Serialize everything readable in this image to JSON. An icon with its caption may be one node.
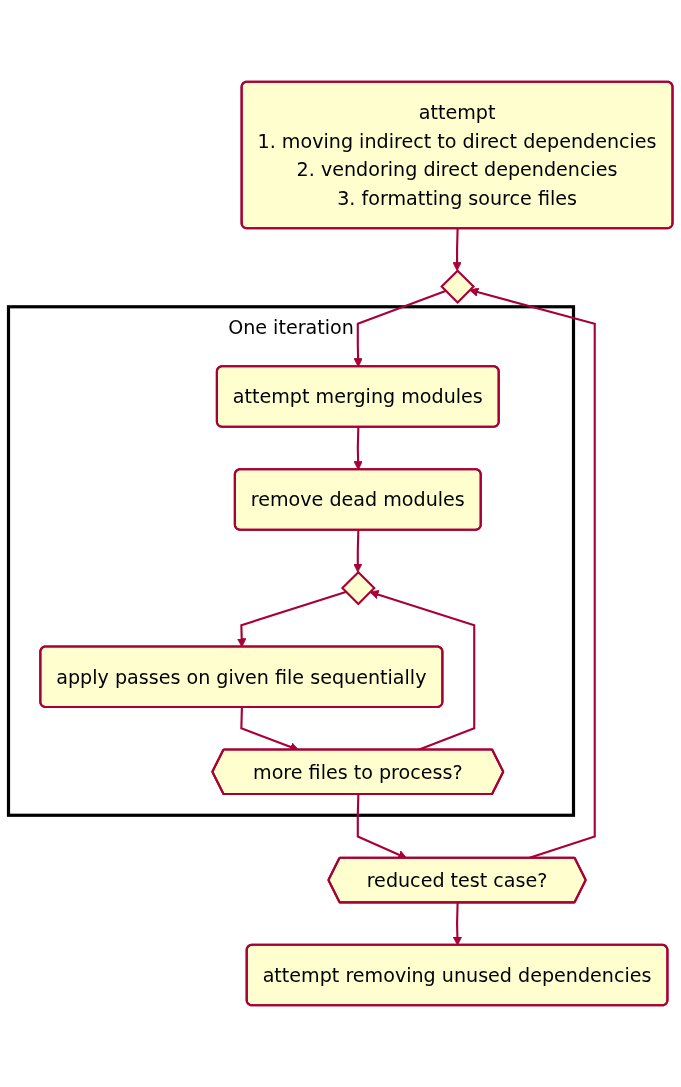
{
  "diagram": {
    "nodes": [
      {
        "text": [
          "attempt",
          "1. moving indirect to direct dependencies",
          "2. vendoring direct dependencies",
          "3. formatting source files"
        ]
      },
      {
        "text": [],
        "shape": "diamond"
      },
      {
        "text": [
          "One iteration"
        ]
      },
      {
        "text": [
          "attempt merging modules"
        ],
        "in": 2
      },
      {
        "text": [
          "remove dead modules"
        ],
        "in": 2
      },
      {
        "text": [],
        "shape": "diamond",
        "in": 2
      },
      {
        "text": [
          "apply passes on given file sequentially"
        ],
        "in": 2
      },
      {
        "text": [
          "more files to process?"
        ],
        "in": 2
      },
      {
        "text": [
          "reduced test case?"
        ]
      },
      {
        "text": [
          "attempt removing unused dependencies"
        ]
      }
    ],
    "edges": [
      {
        "from": 0,
        "to": 1,
        "arrow": "to"
      },
      {
        "from": 1,
        "to": 3,
        "arrow": "to"
      },
      {
        "from": 3,
        "to": 4,
        "arrow": "to"
      },
      {
        "from": 4,
        "to": 5,
        "arrow": "to"
      },
      {
        "from": 5,
        "to": 6,
        "arrow": "to"
      },
      {
        "from": 6,
        "to": 7,
        "arrow": "to"
      },
      {
        "from": 7,
        "to": 5,
        "arrow": "to"
      },
      {
        "from": 7,
        "to": 8,
        "arrow": "to"
      },
      {
        "from": 8,
        "to": 1,
        "arrow": "to"
      },
      {
        "from": 8,
        "to": 9,
        "arrow": "to"
      }
    ]
  }
}
